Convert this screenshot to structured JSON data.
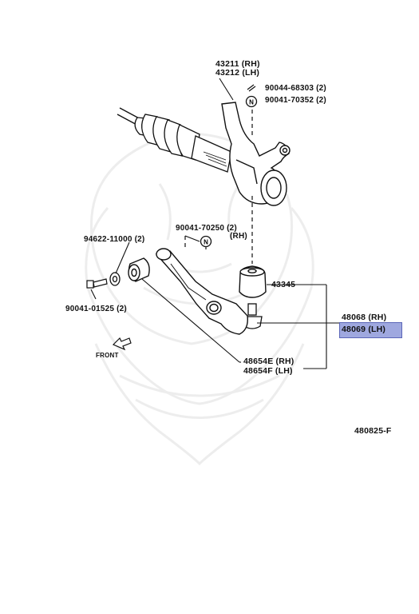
{
  "parts": {
    "knuckle_rh": "43211 (RH)",
    "knuckle_lh": "43212 (LH)",
    "pin_top": "90044-68303 (2)",
    "nut_top": "90041-70352 (2)",
    "nut_mid": "90041-70250 (2)",
    "nut_mid_side": "(RH)",
    "bolt_left": "94622-11000 (2)",
    "bolt_left_2": "90041-01525 (2)",
    "boot": "43345",
    "balljoint_rh": "48068 (RH)",
    "balljoint_lh": "48069 (LH)",
    "arm_rh": "48654E (RH)",
    "arm_lh": "48654F (LH)",
    "front": "FRONT",
    "diagram_code": "480825-F"
  },
  "highlight": {
    "label_ref": "balljoint_lh",
    "color": "#9fa8df"
  }
}
